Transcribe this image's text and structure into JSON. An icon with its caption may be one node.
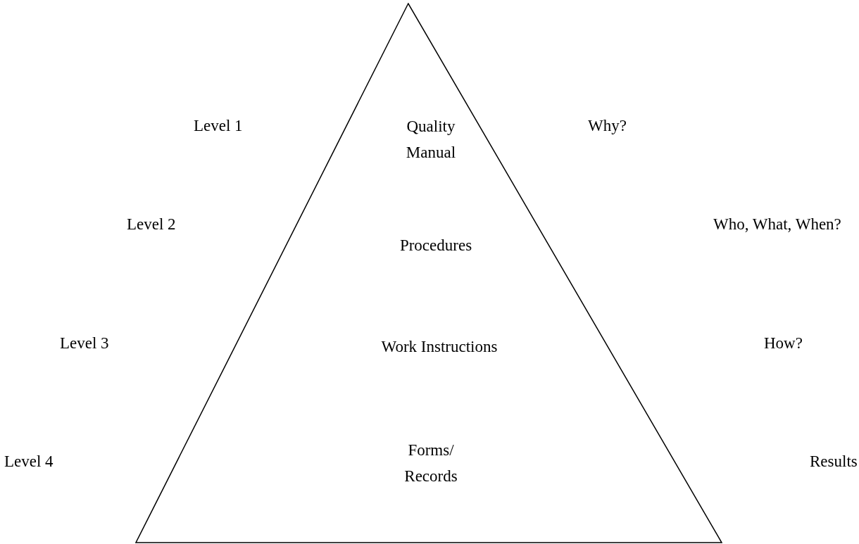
{
  "diagram": {
    "nodes": [
      {
        "text": [
          "Quality Manual",
          "Procedures",
          "Work Instructions",
          "Forms/ Records"
        ]
      }
    ],
    "edges": [],
    "labels": [
      "Level 1",
      "Why?",
      "Level 2",
      "Who, What, When?",
      "Level 3",
      "How?",
      "Level 4",
      "Results"
    ]
  }
}
